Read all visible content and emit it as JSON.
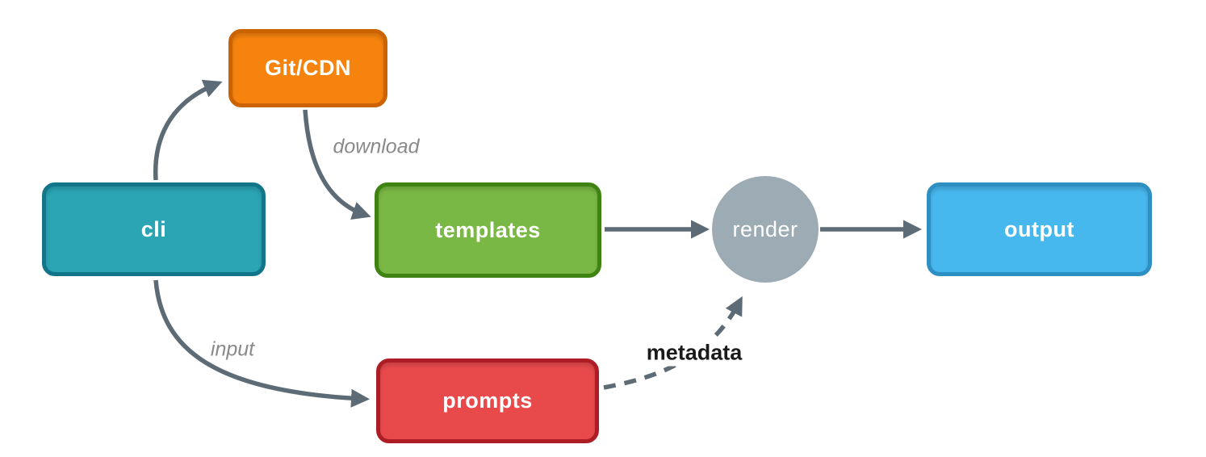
{
  "diagram": {
    "colors": {
      "background": "#ffffff",
      "arrow": "#5c6b75"
    },
    "nodes": [
      {
        "id": "cli",
        "label": "cli",
        "shape": "rounded-rect",
        "fill": "#2ba4b4",
        "border": "#12758a"
      },
      {
        "id": "git-cdn",
        "label": "Git/CDN",
        "shape": "rounded-rect",
        "fill": "#f6830e",
        "border": "#cc6302"
      },
      {
        "id": "templates",
        "label": "templates",
        "shape": "rounded-rect",
        "fill": "#7ab845",
        "border": "#3f8413"
      },
      {
        "id": "prompts",
        "label": "prompts",
        "shape": "rounded-rect",
        "fill": "#e84a4c",
        "border": "#ad1d25"
      },
      {
        "id": "render",
        "label": "render",
        "shape": "circle",
        "fill": "#9cabb4",
        "border": "#9cabb4"
      },
      {
        "id": "output",
        "label": "output",
        "shape": "rounded-rect",
        "fill": "#47b8ee",
        "border": "#2e8fc2"
      }
    ],
    "edges": [
      {
        "from": "cli",
        "to": "git-cdn",
        "style": "solid",
        "label": ""
      },
      {
        "from": "git-cdn",
        "to": "templates",
        "style": "solid",
        "label": "download"
      },
      {
        "from": "cli",
        "to": "prompts",
        "style": "solid",
        "label": "input"
      },
      {
        "from": "templates",
        "to": "render",
        "style": "solid",
        "label": ""
      },
      {
        "from": "prompts",
        "to": "render",
        "style": "dashed",
        "label": "metadata"
      },
      {
        "from": "render",
        "to": "output",
        "style": "solid",
        "label": ""
      }
    ],
    "edge_labels": [
      {
        "text": "download",
        "emphasis": "italic",
        "color": "#8a8a8a"
      },
      {
        "text": "input",
        "emphasis": "italic",
        "color": "#8a8a8a"
      },
      {
        "text": "metadata",
        "emphasis": "bold",
        "color": "#1b1b1b"
      }
    ]
  }
}
